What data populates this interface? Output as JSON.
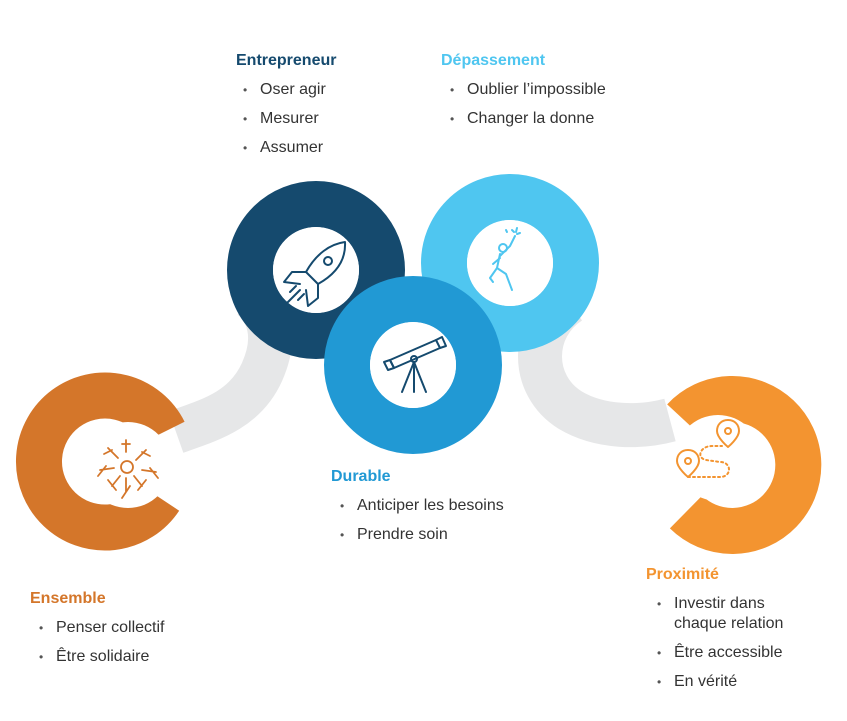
{
  "colors": {
    "orange_dark": "#d4762a",
    "navy": "#154a6e",
    "blue": "#2199d4",
    "light_blue": "#4fc6f0",
    "orange": "#f39430",
    "gray": "#e6e7e8",
    "text": "#333333"
  },
  "entrepreneur": {
    "title": "Entrepreneur",
    "items": [
      "Oser agir",
      "Mesurer",
      "Assumer"
    ],
    "icon": "rocket-icon"
  },
  "depassement": {
    "title": "Dépassement",
    "items": [
      "Oublier l’impossible",
      "Changer la donne"
    ],
    "icon": "jumping-person-icon"
  },
  "durable": {
    "title": "Durable",
    "items": [
      "Anticiper les besoins",
      "Prendre soin"
    ],
    "icon": "telescope-icon"
  },
  "ensemble": {
    "title": "Ensemble",
    "items": [
      "Penser collectif",
      "Être solidaire"
    ],
    "icon": "joined-hands-icon"
  },
  "proximite": {
    "title": "Proximité",
    "items": [
      "Investir dans chaque relation",
      "Être accessible",
      "En vérité"
    ],
    "item_lines": [
      [
        "Investir dans",
        "chaque relation"
      ]
    ],
    "icon": "location-path-icon"
  }
}
